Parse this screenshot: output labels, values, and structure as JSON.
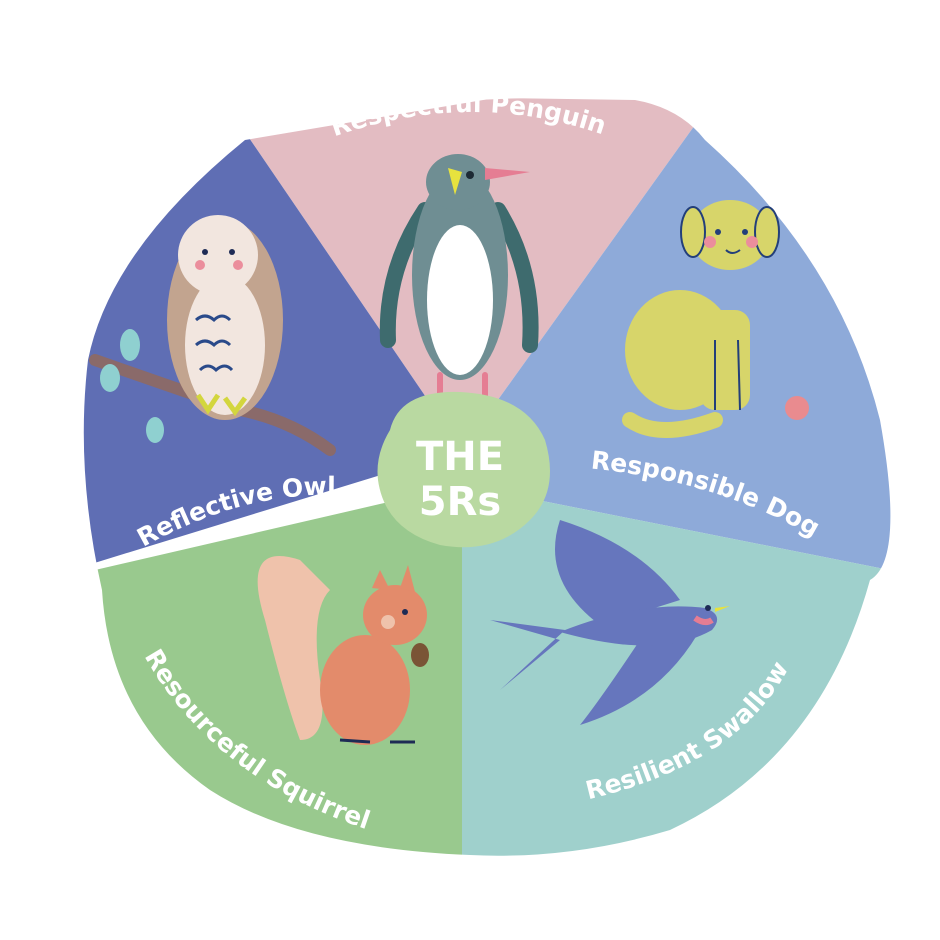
{
  "center": {
    "line1": "THE",
    "line2": "5Rs",
    "color": "#b9d9a1"
  },
  "segments": [
    {
      "label": "Respectful Penguin",
      "color": "#e3bcc2",
      "animal_icon": "penguin-icon"
    },
    {
      "label": "Responsible Dog",
      "color": "#8eaad9",
      "animal_icon": "dog-icon"
    },
    {
      "label": "Resilient Swallow",
      "color": "#9fd0cc",
      "animal_icon": "swallow-icon"
    },
    {
      "label": "Resourceful Squirrel",
      "color": "#99c98e",
      "animal_icon": "squirrel-icon"
    },
    {
      "label": "Reflective Owl",
      "color": "#5f6eb4",
      "animal_icon": "owl-icon"
    }
  ]
}
